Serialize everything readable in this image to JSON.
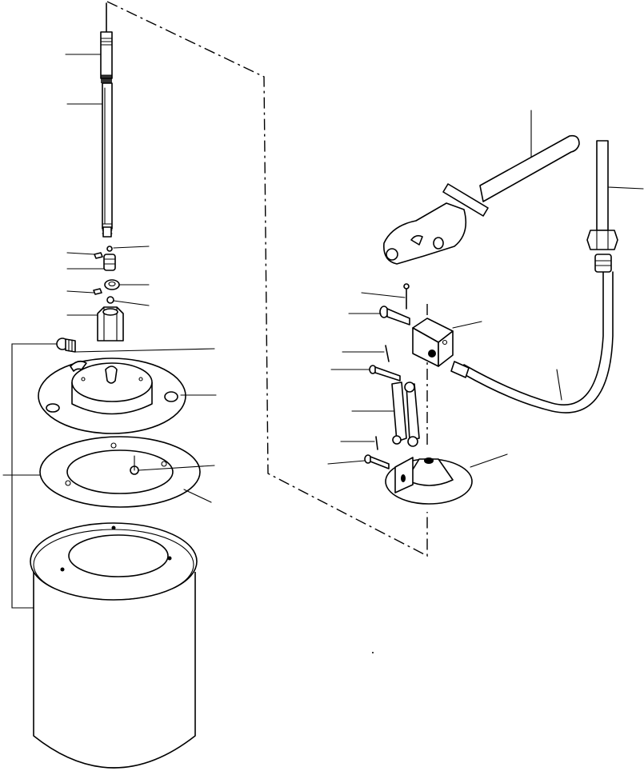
{
  "diagram": {
    "type": "exploded-parts-view",
    "background_color": "#ffffff",
    "line_color": "#000000",
    "text_labels": [],
    "parts": [
      {
        "name": "pump-rod-upper",
        "icon": "rod-icon"
      },
      {
        "name": "pump-rod-lower",
        "icon": "rod-icon"
      },
      {
        "name": "check-ball",
        "icon": "ball-icon"
      },
      {
        "name": "set-screw",
        "icon": "screw-icon"
      },
      {
        "name": "valve-fitting",
        "icon": "fitting-icon"
      },
      {
        "name": "seal-ring",
        "icon": "ring-icon"
      },
      {
        "name": "pump-body-coupling",
        "icon": "coupling-icon"
      },
      {
        "name": "grease-fitting",
        "icon": "zerk-icon"
      },
      {
        "name": "cover-plate",
        "icon": "plate-icon"
      },
      {
        "name": "gasket",
        "icon": "gasket-icon"
      },
      {
        "name": "follower-plate",
        "icon": "plate-icon"
      },
      {
        "name": "grease-container",
        "icon": "bucket-icon"
      },
      {
        "name": "pump-handle",
        "icon": "lever-icon"
      },
      {
        "name": "hose-tube",
        "icon": "tube-icon"
      },
      {
        "name": "hose-nut",
        "icon": "nut-icon"
      },
      {
        "name": "cotter-pin",
        "icon": "pin-icon"
      },
      {
        "name": "clevis-pin",
        "icon": "pin-icon"
      },
      {
        "name": "pump-block",
        "icon": "block-icon"
      },
      {
        "name": "link-bar",
        "icon": "link-icon"
      },
      {
        "name": "base-bracket",
        "icon": "bracket-icon"
      }
    ]
  }
}
